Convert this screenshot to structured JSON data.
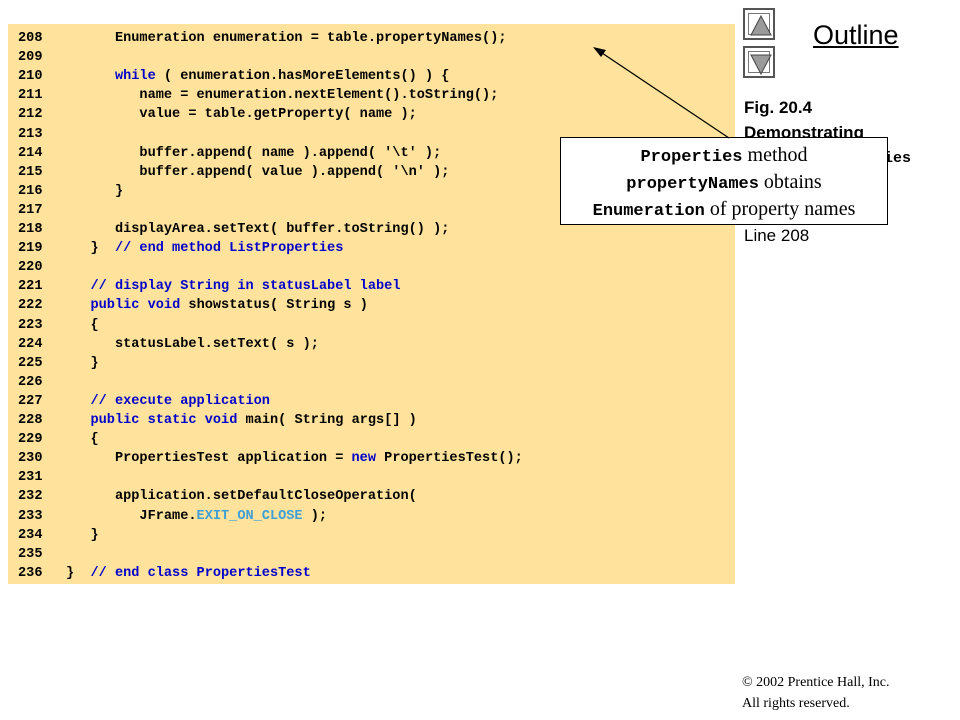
{
  "outline": {
    "title": "Outline"
  },
  "nav": {
    "up_icon": "triangle-up",
    "down_icon": "triangle-down"
  },
  "figure": {
    "label": "Fig. 20.4",
    "title_line1": "Demonstrating",
    "title_line2_mono": "ies",
    "line_ref": "Line 208"
  },
  "callout": {
    "line1_mono": "Properties",
    "line1_text": " method",
    "line2_mono": "propertyNames",
    "line2_text": " obtains",
    "line3_mono": "Enumeration",
    "line3_text": " of property names"
  },
  "code": {
    "background": "#ffe39c",
    "lines": [
      {
        "num": "208",
        "segments": [
          [
            "      Enumeration enumeration = table.propertyNames();",
            "t"
          ]
        ]
      },
      {
        "num": "209",
        "segments": []
      },
      {
        "num": "210",
        "segments": [
          [
            "      ",
            "t"
          ],
          [
            "while",
            "k"
          ],
          [
            " ( enumeration.hasMoreElements() ) {",
            "t"
          ]
        ]
      },
      {
        "num": "211",
        "segments": [
          [
            "         name = enumeration.nextElement().toString();",
            "t"
          ]
        ]
      },
      {
        "num": "212",
        "segments": [
          [
            "         value = table.getProperty( name );",
            "t"
          ]
        ]
      },
      {
        "num": "213",
        "segments": []
      },
      {
        "num": "214",
        "segments": [
          [
            "         buffer.append( name ).append( '\\t' );",
            "t"
          ]
        ]
      },
      {
        "num": "215",
        "segments": [
          [
            "         buffer.append( value ).append( '\\n' );",
            "t"
          ]
        ]
      },
      {
        "num": "216",
        "segments": [
          [
            "      }",
            "t"
          ]
        ]
      },
      {
        "num": "217",
        "segments": []
      },
      {
        "num": "218",
        "segments": [
          [
            "      displayArea.setText( buffer.toString() );",
            "t"
          ]
        ]
      },
      {
        "num": "219",
        "segments": [
          [
            "   }  ",
            "t"
          ],
          [
            "// end method ListProperties",
            "c"
          ]
        ]
      },
      {
        "num": "220",
        "segments": []
      },
      {
        "num": "221",
        "segments": [
          [
            "   ",
            "t"
          ],
          [
            "// display String in statusLabel label",
            "c"
          ]
        ]
      },
      {
        "num": "222",
        "segments": [
          [
            "   ",
            "t"
          ],
          [
            "public",
            "k"
          ],
          [
            " ",
            "t"
          ],
          [
            "void",
            "k"
          ],
          [
            " showstatus( String s )",
            "t"
          ]
        ]
      },
      {
        "num": "223",
        "segments": [
          [
            "   {",
            "t"
          ]
        ]
      },
      {
        "num": "224",
        "segments": [
          [
            "      statusLabel.setText( s );",
            "t"
          ]
        ]
      },
      {
        "num": "225",
        "segments": [
          [
            "   }",
            "t"
          ]
        ]
      },
      {
        "num": "226",
        "segments": []
      },
      {
        "num": "227",
        "segments": [
          [
            "   ",
            "t"
          ],
          [
            "// execute application",
            "c"
          ]
        ]
      },
      {
        "num": "228",
        "segments": [
          [
            "   ",
            "t"
          ],
          [
            "public",
            "k"
          ],
          [
            " ",
            "t"
          ],
          [
            "static",
            "k"
          ],
          [
            " ",
            "t"
          ],
          [
            "void",
            "k"
          ],
          [
            " main( String args[] )",
            "t"
          ]
        ]
      },
      {
        "num": "229",
        "segments": [
          [
            "   {",
            "t"
          ]
        ]
      },
      {
        "num": "230",
        "segments": [
          [
            "      PropertiesTest application = ",
            "t"
          ],
          [
            "new",
            "k"
          ],
          [
            " PropertiesTest();",
            "t"
          ]
        ]
      },
      {
        "num": "231",
        "segments": []
      },
      {
        "num": "232",
        "segments": [
          [
            "      application.setDefaultCloseOperation(",
            "t"
          ]
        ]
      },
      {
        "num": "233",
        "segments": [
          [
            "         JFrame.",
            "t"
          ],
          [
            "EXIT_ON_CLOSE",
            "n"
          ],
          [
            " );",
            "t"
          ]
        ]
      },
      {
        "num": "234",
        "segments": [
          [
            "   }",
            "t"
          ]
        ]
      },
      {
        "num": "235",
        "segments": []
      },
      {
        "num": "236",
        "segments": [
          [
            "}  ",
            "t"
          ],
          [
            "// end class PropertiesTest",
            "c"
          ]
        ]
      }
    ]
  },
  "copyright": {
    "symbol": "©",
    "line1": " 2002 Prentice Hall, Inc.",
    "line2": "All rights reserved."
  }
}
